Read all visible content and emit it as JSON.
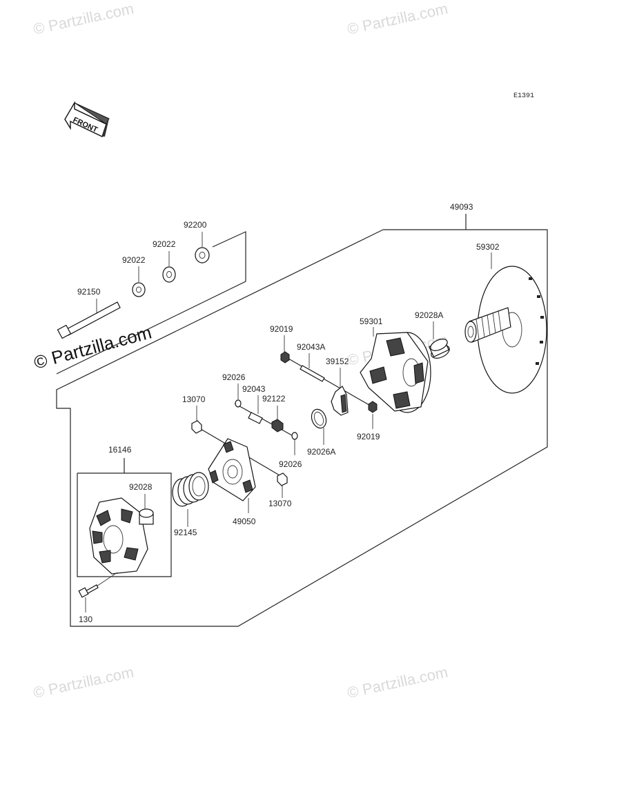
{
  "diagram_code": "E1391",
  "front_label": "FRONT",
  "watermarks": {
    "top_left": "© Partzilla.com",
    "top_right": "© Partzilla.com",
    "center": "© Partzilla.com",
    "middle": "© Partzilla.com",
    "bottom_left": "© Partzilla.com",
    "bottom_right": "© Partzilla.com"
  },
  "parts": {
    "p49093": "49093",
    "p59302": "59302",
    "p92200": "92200",
    "p92022_a": "92022",
    "p92022_b": "92022",
    "p92150": "92150",
    "p59301": "59301",
    "p92028A": "92028A",
    "p92019_a": "92019",
    "p92043A": "92043A",
    "p39152": "39152",
    "p92026_a": "92026",
    "p92043": "92043",
    "p92122": "92122",
    "p13070_a": "13070",
    "p92019_b": "92019",
    "p92026A": "92026A",
    "p92026_b": "92026",
    "p16146": "16146",
    "p92028": "92028",
    "p13070_b": "13070",
    "p49050": "49050",
    "p92145": "92145",
    "p130": "130"
  }
}
